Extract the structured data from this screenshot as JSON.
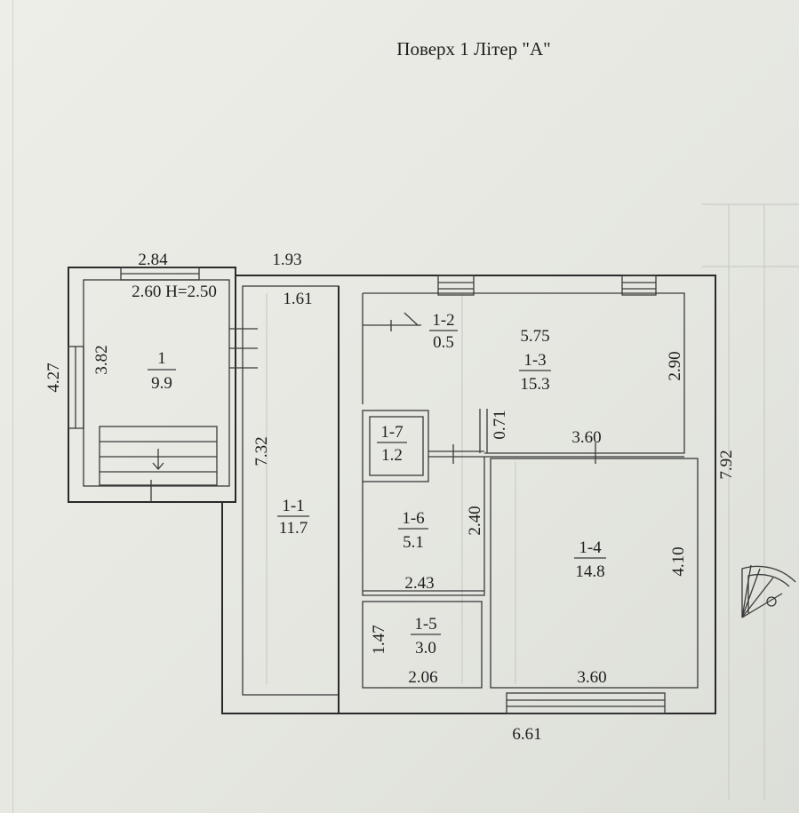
{
  "title": "Поверх 1 Літер \"А\"",
  "rooms": [
    {
      "id": "1",
      "area": "9.9"
    },
    {
      "id": "1-1",
      "area": "11.7"
    },
    {
      "id": "1-2",
      "area": "0.5"
    },
    {
      "id": "1-3",
      "area": "15.3"
    },
    {
      "id": "1-4",
      "area": "14.8"
    },
    {
      "id": "1-5",
      "area": "3.0"
    },
    {
      "id": "1-6",
      "area": "5.1"
    },
    {
      "id": "1-7",
      "area": "1.2"
    }
  ],
  "dimensions": {
    "top_2_84": "2.84",
    "top_1_93": "1.93",
    "room1_width_height": "2.60  H=2.50",
    "left_4_27": "4.27",
    "left_3_82": "3.82",
    "corridor_1_61": "1.61",
    "corridor_7_32": "7.32",
    "r13_5_75": "5.75",
    "r13_2_90": "2.90",
    "r13_3_60": "3.60",
    "r17_0_71": "0.71",
    "r16_2_40": "2.40",
    "r16_2_43": "2.43",
    "r15_1_47": "1.47",
    "r15_2_06": "2.06",
    "r14_4_10": "4.10",
    "r14_3_60": "3.60",
    "right_7_92": "7.92",
    "bottom_6_61": "6.61"
  }
}
